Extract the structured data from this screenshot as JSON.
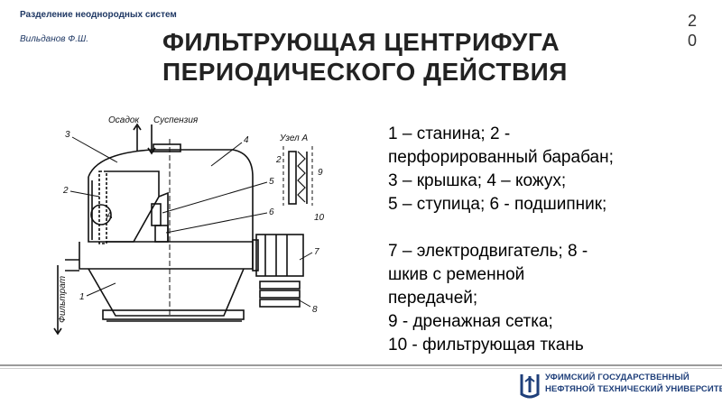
{
  "header": {
    "course": "Разделение неоднородных систем",
    "author": "Вильданов Ф.Ш.",
    "slide_number_1": "2",
    "slide_number_2": "0"
  },
  "title": {
    "line1": "ФИЛЬТРУЮЩАЯ ЦЕНТРИФУГА",
    "line2": "ПЕРИОДИЧЕСКОГО ДЕЙСТВИЯ"
  },
  "legend": {
    "lines": [
      "1 – станина; 2 -",
      "перфорированный барабан;",
      "3 – крышка; 4 – кожух;",
      "5 – ступица; 6 - подшипник;",
      "7 – электродвигатель; 8 -",
      "шкив с ременной",
      "передачей;",
      "9 - дренажная сетка;",
      "10 - фильтрующая ткань"
    ]
  },
  "diagram": {
    "label_osadok": "Осадок",
    "label_suspension": "Суспензия",
    "label_uzel": "Узел А",
    "label_filtrate": "Фильтрат",
    "label_A": "А",
    "labels": {
      "n1": "1",
      "n2": "2",
      "n3": "3",
      "n4": "4",
      "n5": "5",
      "n6": "6",
      "n7": "7",
      "n8": "8",
      "n9": "9",
      "n10": "10",
      "n2b": "2"
    }
  },
  "footer": {
    "university_line1": "УФИМСКИЙ ГОСУДАРСТВЕННЫЙ",
    "university_line2": "НЕФТЯНОЙ ТЕХНИЧЕСКИЙ УНИВЕРСИТЕТ"
  },
  "colors": {
    "header_text": "#1f3864",
    "logo_blue": "#1f3f7a"
  }
}
